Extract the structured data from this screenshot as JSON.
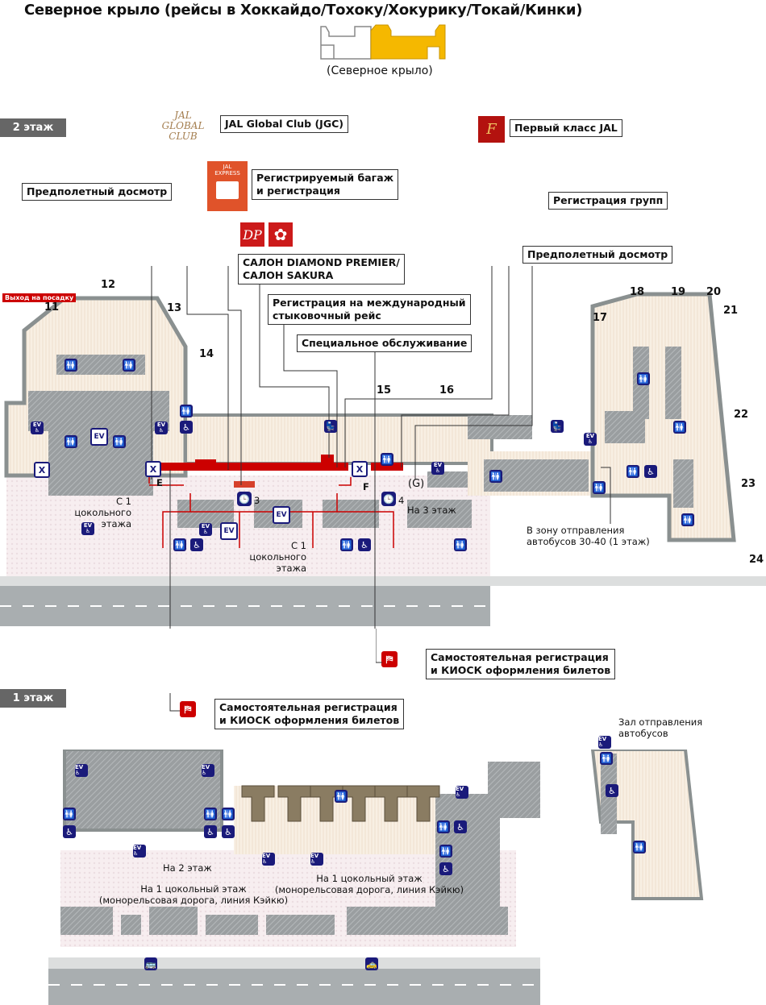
{
  "title": "Северное крыло (рейсы в Хоккайдо/Тохоку/Хокурику/Токай/Кинки)",
  "wing_indicator": {
    "caption": "(Северное крыло)",
    "highlight_color": "#f5b800"
  },
  "floor2": {
    "tag": "2 этаж",
    "exit_badge": "Выход на посадку",
    "gates": [
      "11",
      "12",
      "13",
      "14",
      "15",
      "16",
      "17",
      "18",
      "19",
      "20",
      "21",
      "22",
      "23",
      "24"
    ],
    "callouts": {
      "jgc": "JAL Global Club (JGC)",
      "baggage_line1": "Регистрируемый багаж",
      "baggage_line2": "и регистрация",
      "lounge_line1": "САЛОН DIAMOND PREMIER/",
      "lounge_line2": "САЛОН SAKURA",
      "intl_line1": "Регистрация на международный",
      "intl_line2": "стыковочный рейс",
      "special": "Специальное обслуживание",
      "security_left": "Предполетный досмотр",
      "first_class": "Первый класс JAL",
      "group": "Регистрация групп",
      "security_right": "Предполетный досмотр",
      "kiosk_line1": "Самостоятельная регистрация",
      "kiosk_line2": "и КИОСК оформления билетов"
    },
    "labels": {
      "b1_line1": "С 1",
      "b1_line2": "цокольного",
      "b1_line3": "этажа",
      "to3f": "На 3 этаж",
      "bus_line1": "В зону отправления",
      "bus_line2": "автобусов 30-40 (1 этаж)",
      "checkpoint_e": "E",
      "checkpoint_f": "F",
      "checkpoint_g": "(G)",
      "clock3": "3",
      "clock4": "4"
    },
    "icons": {
      "ev": "EV",
      "xray": "X"
    }
  },
  "floor1": {
    "tag": "1 этаж",
    "callouts": {
      "kiosk_line1": "Самостоятельная регистрация",
      "kiosk_line2": "и КИОСК оформления билетов"
    },
    "labels": {
      "to2f": "На 2 этаж",
      "b1_left_line1": "На 1 цокольный этаж",
      "b1_left_line2": "(монорельсовая дорога, линия Кэйкю)",
      "b1_right_line1": "На 1 цокольный этаж",
      "b1_right_line2": "(монорельсовая дорога, линия Кэйкю)",
      "bus_hall_line1": "Зал отправления",
      "bus_hall_line2": "автобусов"
    }
  },
  "colors": {
    "accent_red": "#cc0000",
    "icon_navy": "#1a1a7a",
    "floor_cream": "#f6ece0",
    "wall_gray": "#8a9090"
  }
}
